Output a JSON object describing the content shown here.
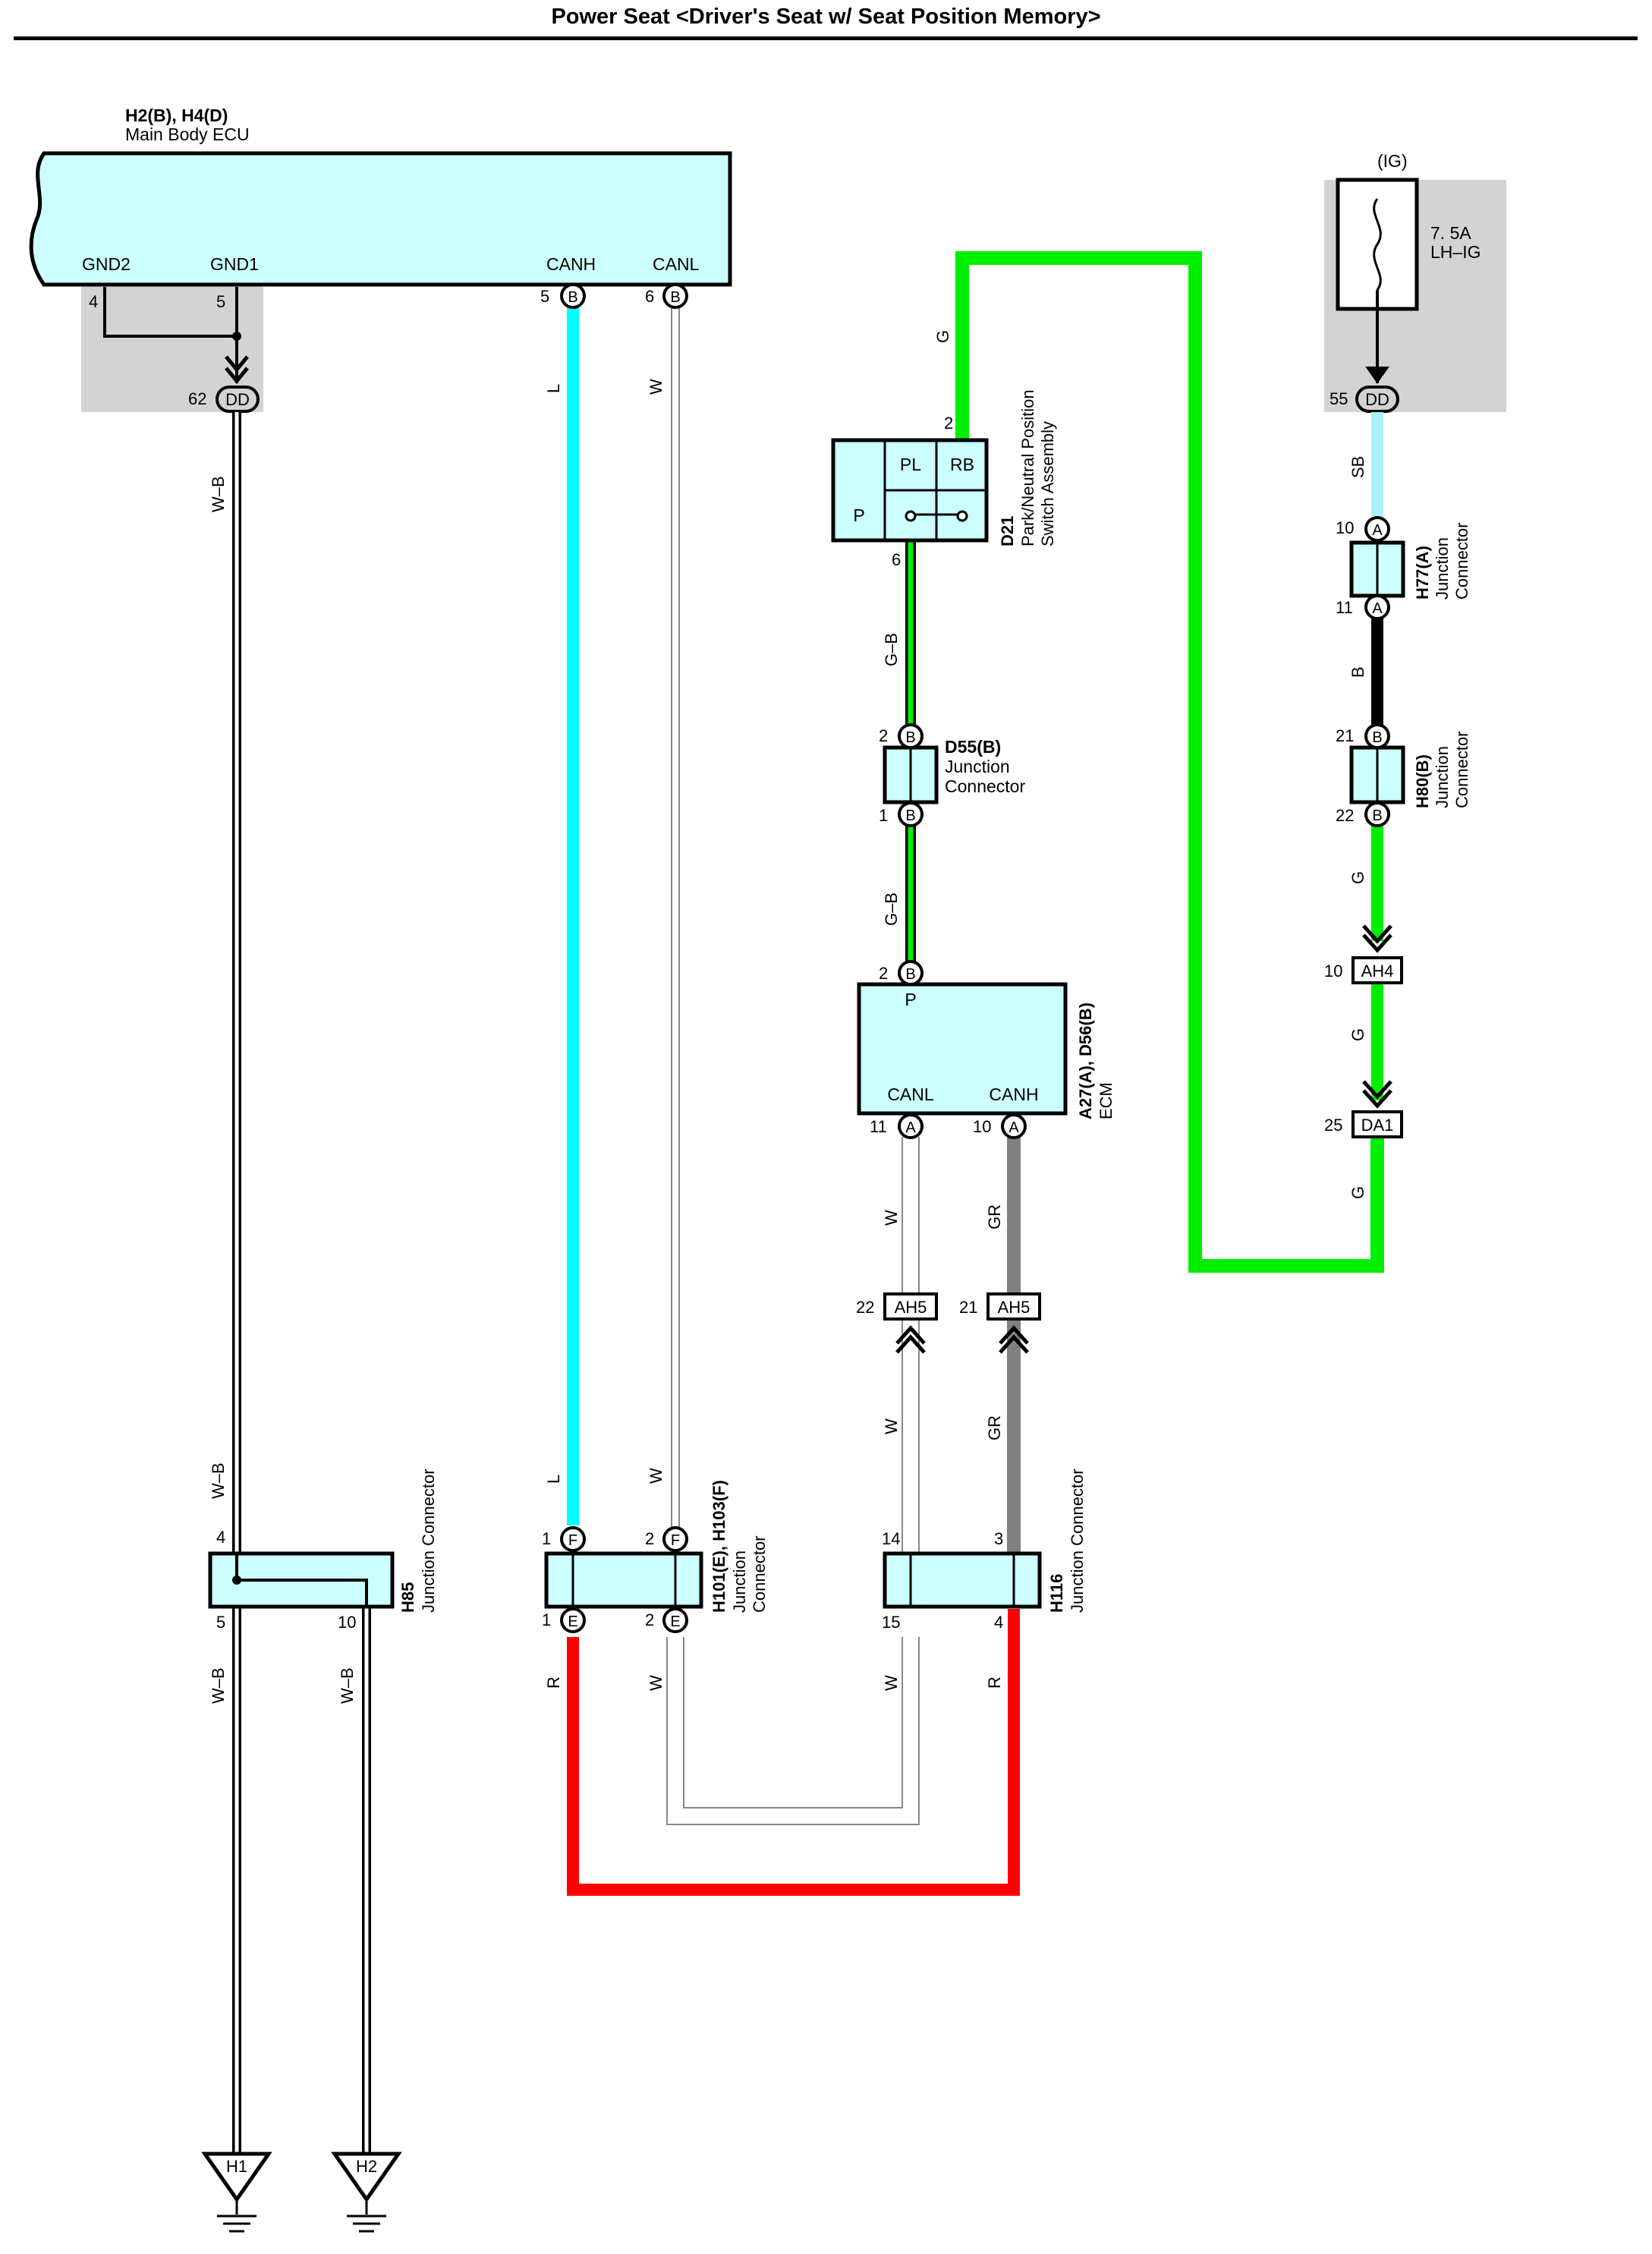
{
  "title": "Power Seat <Driver's Seat w/ Seat Position Memory>",
  "colors": {
    "ecu_fill": "#ccffff",
    "shade": "#d3d3d3",
    "wire_L": "#00ffff",
    "wire_SB": "#aaf0ff",
    "wire_G": "#00ee00",
    "wire_R": "#ff0000",
    "wire_GR": "#808080",
    "wire_B": "#000000",
    "wire_W": "#ffffff"
  },
  "ecu": {
    "ref": "H2(B), H4(D)",
    "name": "Main Body ECU",
    "pin_gnd2": "GND2",
    "pin_gnd1": "GND1",
    "pin_canh": "CANH",
    "pin_canl": "CANL",
    "num_gnd2": "4",
    "num_gnd1": "5",
    "num_canh": "5",
    "num_canl": "6",
    "conn_canh": "B",
    "conn_canl": "B",
    "dd_num": "62",
    "dd": "DD"
  },
  "ig": {
    "label": "(IG)",
    "fuse_rating": "7. 5A",
    "fuse_name": "LH–IG",
    "dd_num": "55",
    "dd": "DD"
  },
  "d21": {
    "ref": "D21",
    "name1": "Park/Neutral Position",
    "name2": "Switch Assembly",
    "pl": "PL",
    "rb": "RB",
    "p": "P",
    "pin_top": "2",
    "pin_bottom": "6"
  },
  "d55": {
    "ref": "D55(B)",
    "name1": "Junction",
    "name2": "Connector",
    "pin_top": "2",
    "pin_bottom": "1",
    "conn": "B"
  },
  "ecm": {
    "ref": "A27(A), D56(B)",
    "name": "ECM",
    "p": "P",
    "canl": "CANL",
    "canh": "CANH",
    "pin_p": "2",
    "conn_p": "B",
    "pin_canl": "11",
    "pin_canh": "10",
    "conn_canl": "A",
    "conn_canh": "A"
  },
  "h77": {
    "ref": "H77(A)",
    "name1": "Junction",
    "name2": "Connector",
    "pin_top": "10",
    "pin_bottom": "11",
    "conn": "A"
  },
  "h80": {
    "ref": "H80(B)",
    "name1": "Junction",
    "name2": "Connector",
    "pin_top": "21",
    "pin_bottom": "22",
    "conn": "B"
  },
  "ah4": {
    "num": "10",
    "label": "AH4"
  },
  "da1": {
    "num": "25",
    "label": "DA1"
  },
  "ah5_l": {
    "num": "22",
    "label": "AH5"
  },
  "ah5_r": {
    "num": "21",
    "label": "AH5"
  },
  "h85": {
    "ref": "H85",
    "name": "Junction Connector",
    "pin_top": "4",
    "pin_bl": "5",
    "pin_br": "10"
  },
  "h101": {
    "ref": "H101(E), H103(F)",
    "name1": "Junction",
    "name2": "Connector",
    "pin_tl": "1",
    "pin_tr": "2",
    "pin_bl": "1",
    "pin_br": "2",
    "conn_top": "F",
    "conn_bottom": "E"
  },
  "h116": {
    "ref": "H116",
    "name": "Junction Connector",
    "pin_tl": "14",
    "pin_tr": "3",
    "pin_bl": "15",
    "pin_br": "4"
  },
  "wires": {
    "wb": "W–B",
    "l": "L",
    "w": "W",
    "r": "R",
    "g": "G",
    "gb": "G–B",
    "gr": "GR",
    "sb": "SB",
    "b": "B"
  },
  "grounds": {
    "h1": "H1",
    "h2": "H2"
  }
}
